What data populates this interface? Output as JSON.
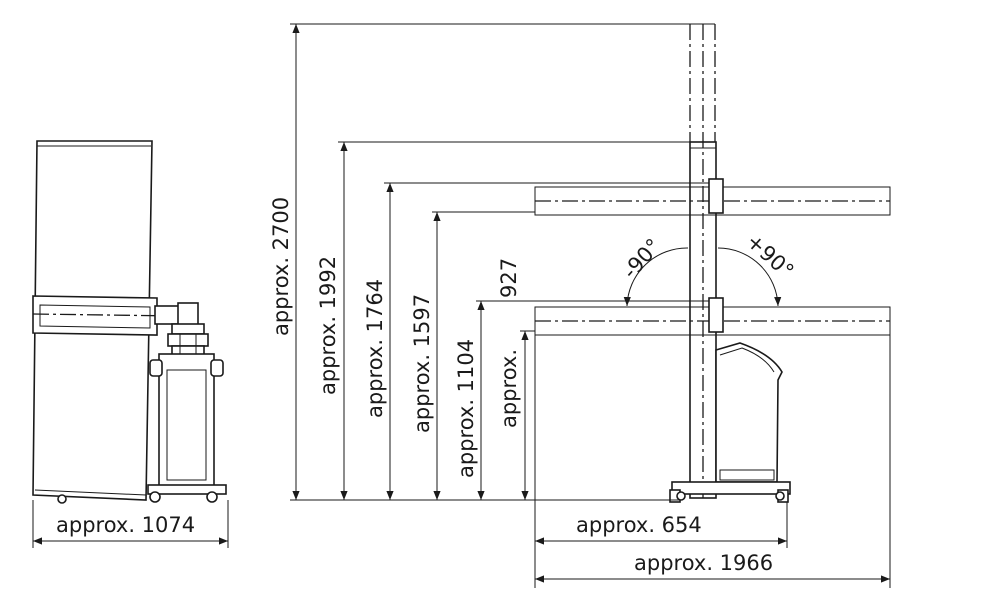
{
  "dimensions": {
    "height_total": "approx. 2700",
    "height_1992": "approx. 1992",
    "height_1764": "approx. 1764",
    "height_1597": "approx. 1597",
    "height_1104": "approx. 1104",
    "height_927_value": "927",
    "height_927_prefix": "approx.",
    "width_side": "approx. 1074",
    "width_654": "approx. 654",
    "width_1966": "approx. 1966"
  },
  "angles": {
    "left": "-90°",
    "right": "+90°"
  }
}
